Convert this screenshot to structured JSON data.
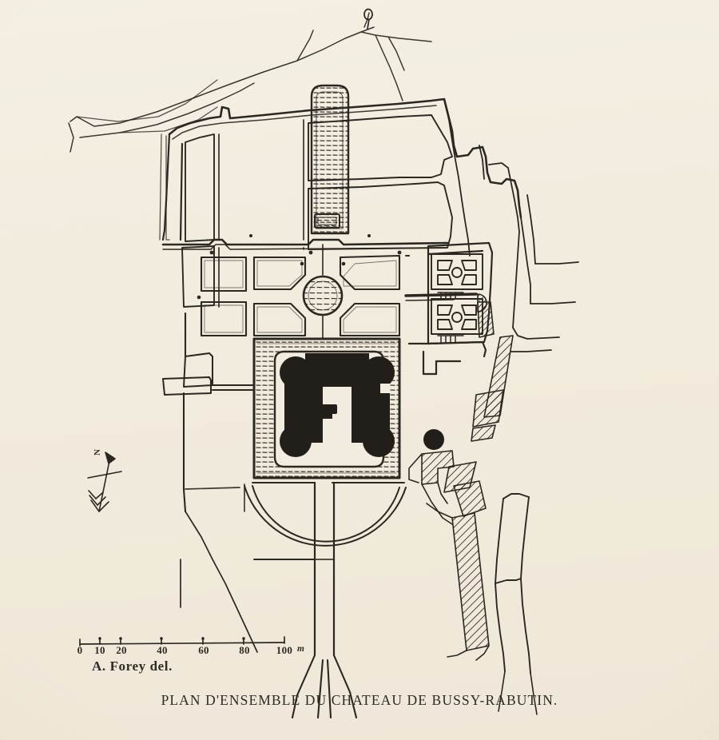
{
  "plate": {
    "kind": "engraved-architectural-site-plan",
    "caption": "PLAN D'ENSEMBLE DU CHATEAU DE BUSSY-RABUTIN.",
    "caption_first_letter": "P",
    "signature": "A. Forey del.",
    "paper_color": "#f2ece0",
    "ink_color": "#2a2620"
  },
  "scale_bar": {
    "unit_label": "m",
    "ticks": [
      {
        "label": "0",
        "meters": 0
      },
      {
        "label": "10",
        "meters": 10
      },
      {
        "label": "20",
        "meters": 20
      },
      {
        "label": "40",
        "meters": 40
      },
      {
        "label": "60",
        "meters": 60
      },
      {
        "label": "80",
        "meters": 80
      },
      {
        "label": "100",
        "meters": 100
      }
    ]
  },
  "compass": {
    "label": "N",
    "name": "north-arrow"
  },
  "map_features": {
    "chateau": "U-shaped black building block with four round corner towers",
    "moat": "hatched water band enclosing the chateau court",
    "basin": "long rounded-top canal basin north of the parterres",
    "rondel": "circular hatched basin at the crossing of the main garden alleys",
    "parterres": "rectangular garden beds north and south of the central crossing",
    "east_gardens": "two quatrefoil parterres with central circle",
    "village": "hatched building blocks east of the grounds",
    "semicircle": "semicircular terrace boundary south of the chateau",
    "patte_doie": "avenue splitting into three branches at the south edge",
    "roads": "field and village roads crossing the north and east"
  }
}
